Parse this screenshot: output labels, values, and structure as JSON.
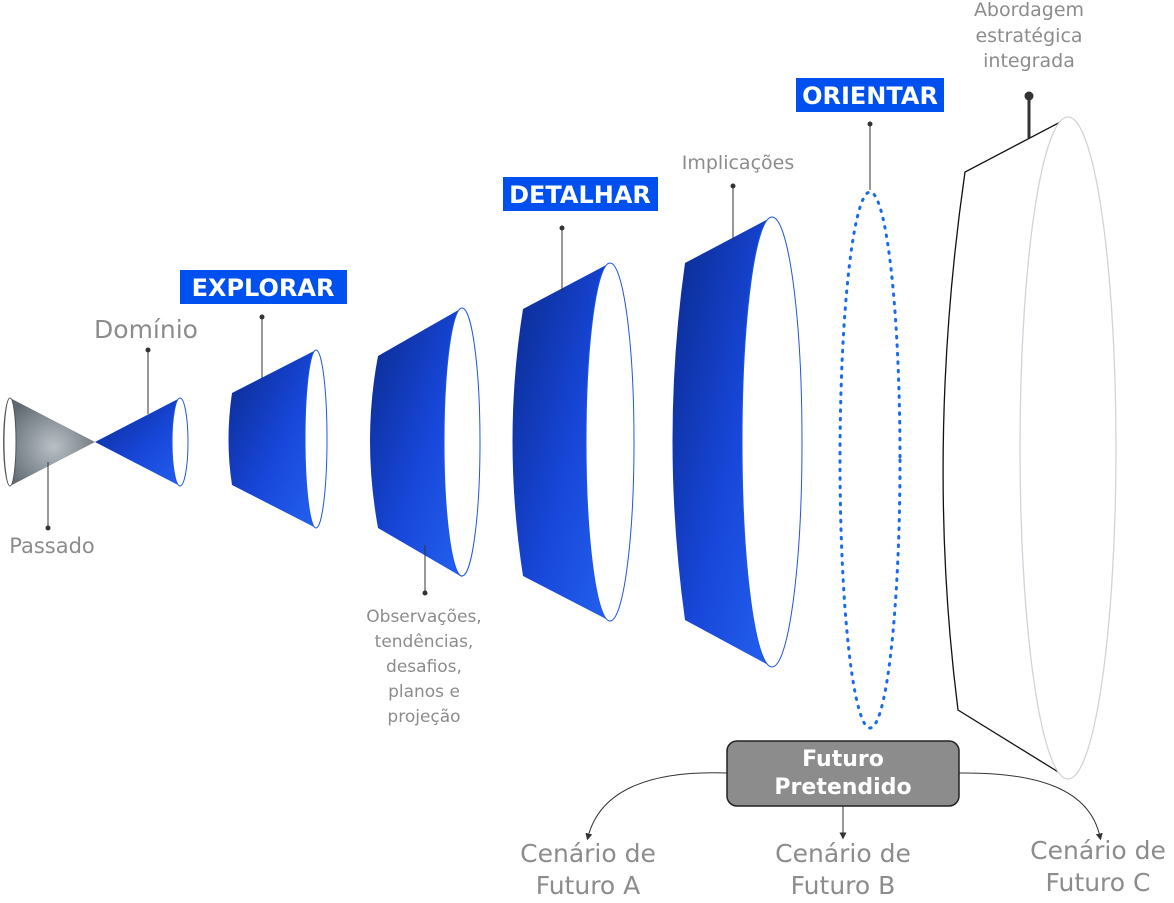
{
  "labels": {
    "passado": "Passado",
    "dominio": "Domínio",
    "observacoes": [
      "Observações,",
      "tendências,",
      "desafios,",
      "planos e",
      "projeção"
    ],
    "implicacoes": "Implicações",
    "abordagem": [
      "Abordagem",
      "estratégica",
      "integrada"
    ]
  },
  "phases": {
    "explorar": "EXPLORAR",
    "detalhar": "DETALHAR",
    "orientar": "ORIENTAR"
  },
  "future": {
    "line1": "Futuro",
    "line2": "Pretendido"
  },
  "scenarios": {
    "a": [
      "Cenário de",
      "Futuro A"
    ],
    "b": [
      "Cenário de",
      "Futuro B"
    ],
    "c": [
      "Cenário de",
      "Futuro C"
    ]
  },
  "colors": {
    "phase_blue": "#0050f0",
    "cone_blue_dark": "#0a2a8c",
    "cone_blue_light": "#1d55e8",
    "past_gray": "#9aa3ab",
    "future_box": "#8c8c8c",
    "label_gray": "#8c8c8c",
    "dotted_blue": "#1a6af0"
  }
}
